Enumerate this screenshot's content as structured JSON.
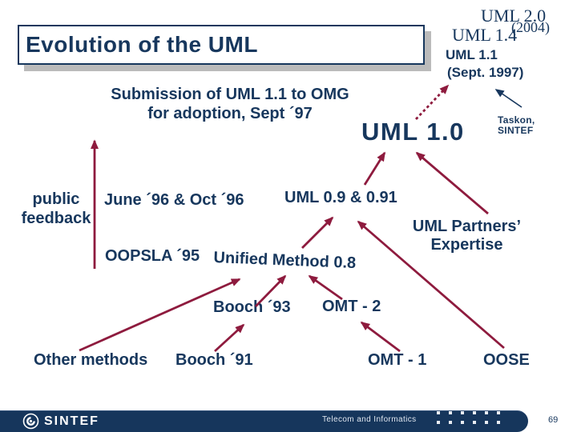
{
  "slide": {
    "title": "Evolution of the UML"
  },
  "colors": {
    "navy": "#17375D",
    "maroon": "#8E1B3E",
    "shadow_gray": "#BBBBBB",
    "footer_navy": "#16365C",
    "footer_dot": "#E8ECF2"
  },
  "timeline": {
    "uml20": "UML 2.0",
    "uml20_year": "(2004)",
    "uml14": "UML 1.4",
    "uml11": "UML 1.1",
    "uml11_date": "(Sept. 1997)",
    "submission_line1": "Submission of UML 1.1 to OMG",
    "submission_line2": "for adoption, Sept ´97",
    "uml10": "UML 1.0",
    "taskon_line1": "Taskon,",
    "taskon_line2": "SINTEF",
    "public_feedback_line1": "public",
    "public_feedback_line2": "feedback",
    "june_oct": "June ´96 & Oct ´96",
    "uml09": "UML 0.9 & 0.91",
    "partners_line1": "UML Partners’",
    "partners_line2": "Expertise",
    "oopsla": "OOPSLA ´95",
    "unified_method": "Unified Method 0.8",
    "booch93": "Booch ´93",
    "omt2": "OMT - 2",
    "other_methods": "Other methods",
    "booch91": "Booch ´91",
    "omt1": "OMT - 1",
    "oose": "OOSE"
  },
  "footer": {
    "logo_text": "SINTEF",
    "logo_icon": "sintef-spiral-icon",
    "department": "Telecom and Informatics",
    "page_number": "69",
    "dots": {
      "rows": 2,
      "cols": 6
    }
  }
}
